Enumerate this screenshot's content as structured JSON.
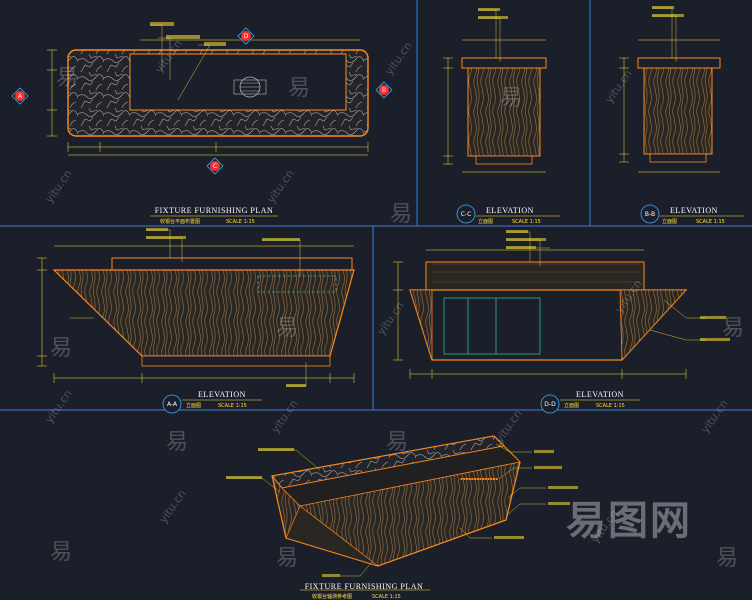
{
  "views": {
    "plan_top": {
      "title": "FIXTURE FURNISHING PLAN",
      "subtitle": "收银台平面布置图",
      "scale": "SCALE 1:15"
    },
    "elev_c": {
      "tag": "C-C",
      "title": "ELEVATION",
      "subtitle": "立面图",
      "scale": "SCALE 1:15"
    },
    "elev_b": {
      "tag": "B-B",
      "title": "ELEVATION",
      "subtitle": "立面图",
      "scale": "SCALE 1:15"
    },
    "elev_a": {
      "tag": "A-A",
      "title": "ELEVATION",
      "subtitle": "立面图",
      "scale": "SCALE 1:15"
    },
    "elev_d": {
      "tag": "D-D",
      "title": "ELEVATION",
      "subtitle": "立面图",
      "scale": "SCALE 1:15"
    },
    "perspective": {
      "title": "FIXTURE FURNISHING PLAN",
      "subtitle": "收银台轴测参考图",
      "scale": "SCALE 1:15"
    }
  },
  "markers": {
    "a": "A",
    "b": "B",
    "c": "C",
    "d": "D"
  },
  "watermark": {
    "cn": "易",
    "en": "yitu.cn",
    "brand": "易图网"
  }
}
